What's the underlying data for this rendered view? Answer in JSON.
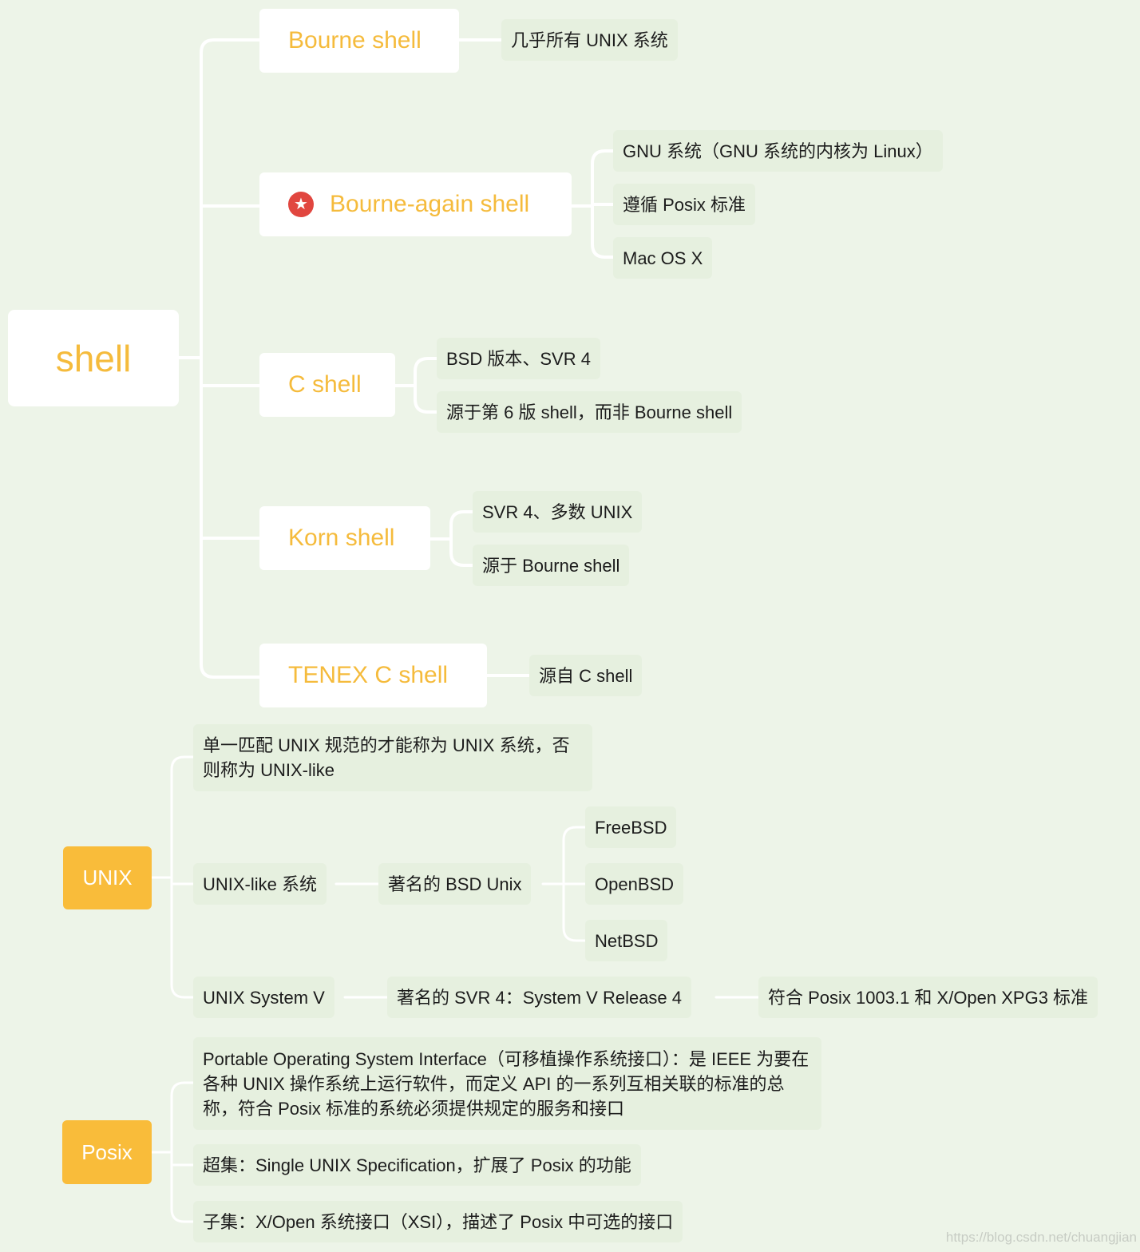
{
  "shell_map": {
    "root": "shell",
    "branches": [
      {
        "label": "Bourne shell",
        "leaves": [
          "几乎所有 UNIX 系统"
        ]
      },
      {
        "label": "Bourne-again shell",
        "icon": "star-icon",
        "leaves": [
          "GNU 系统（GNU 系统的内核为 Linux）",
          "遵循 Posix 标准",
          "Mac OS X"
        ]
      },
      {
        "label": "C shell",
        "leaves": [
          "BSD 版本、SVR 4",
          "源于第 6 版 shell，而非 Bourne shell"
        ]
      },
      {
        "label": "Korn shell",
        "leaves": [
          "SVR 4、多数 UNIX",
          "源于 Bourne shell"
        ]
      },
      {
        "label": "TENEX C shell",
        "leaves": [
          "源自 C shell"
        ]
      }
    ]
  },
  "unix_map": {
    "root": "UNIX",
    "children": [
      {
        "label": "单一匹配 UNIX 规范的才能称为 UNIX 系统，否则称为 UNIX-like"
      },
      {
        "label": "UNIX-like 系统",
        "child": "著名的 BSD Unix",
        "grandchildren": [
          "FreeBSD",
          "OpenBSD",
          "NetBSD"
        ]
      },
      {
        "label": "UNIX System V",
        "child": "著名的 SVR 4：System V Release 4",
        "grandchild": "符合 Posix 1003.1 和 X/Open XPG3 标准"
      }
    ]
  },
  "posix_map": {
    "root": "Posix",
    "children": [
      "Portable Operating System Interface（可移植操作系统接口）：是 IEEE 为要在各种 UNIX 操作系统上运行软件，而定义 API 的一系列互相关联的标准的总称，符合 Posix 标准的系统必须提供规定的服务和接口",
      "超集：Single UNIX Specification，扩展了 Posix 的功能",
      "子集：X/Open 系统接口（XSI），描述了 Posix 中可选的接口"
    ]
  },
  "watermark": "https://blog.csdn.net/chuangjian",
  "colors": {
    "accent": "#f5bb3c",
    "orange_node": "#f9bc3a",
    "star": "#e1463f",
    "background": "#edf4e8",
    "leaf": "#e6f0df"
  }
}
